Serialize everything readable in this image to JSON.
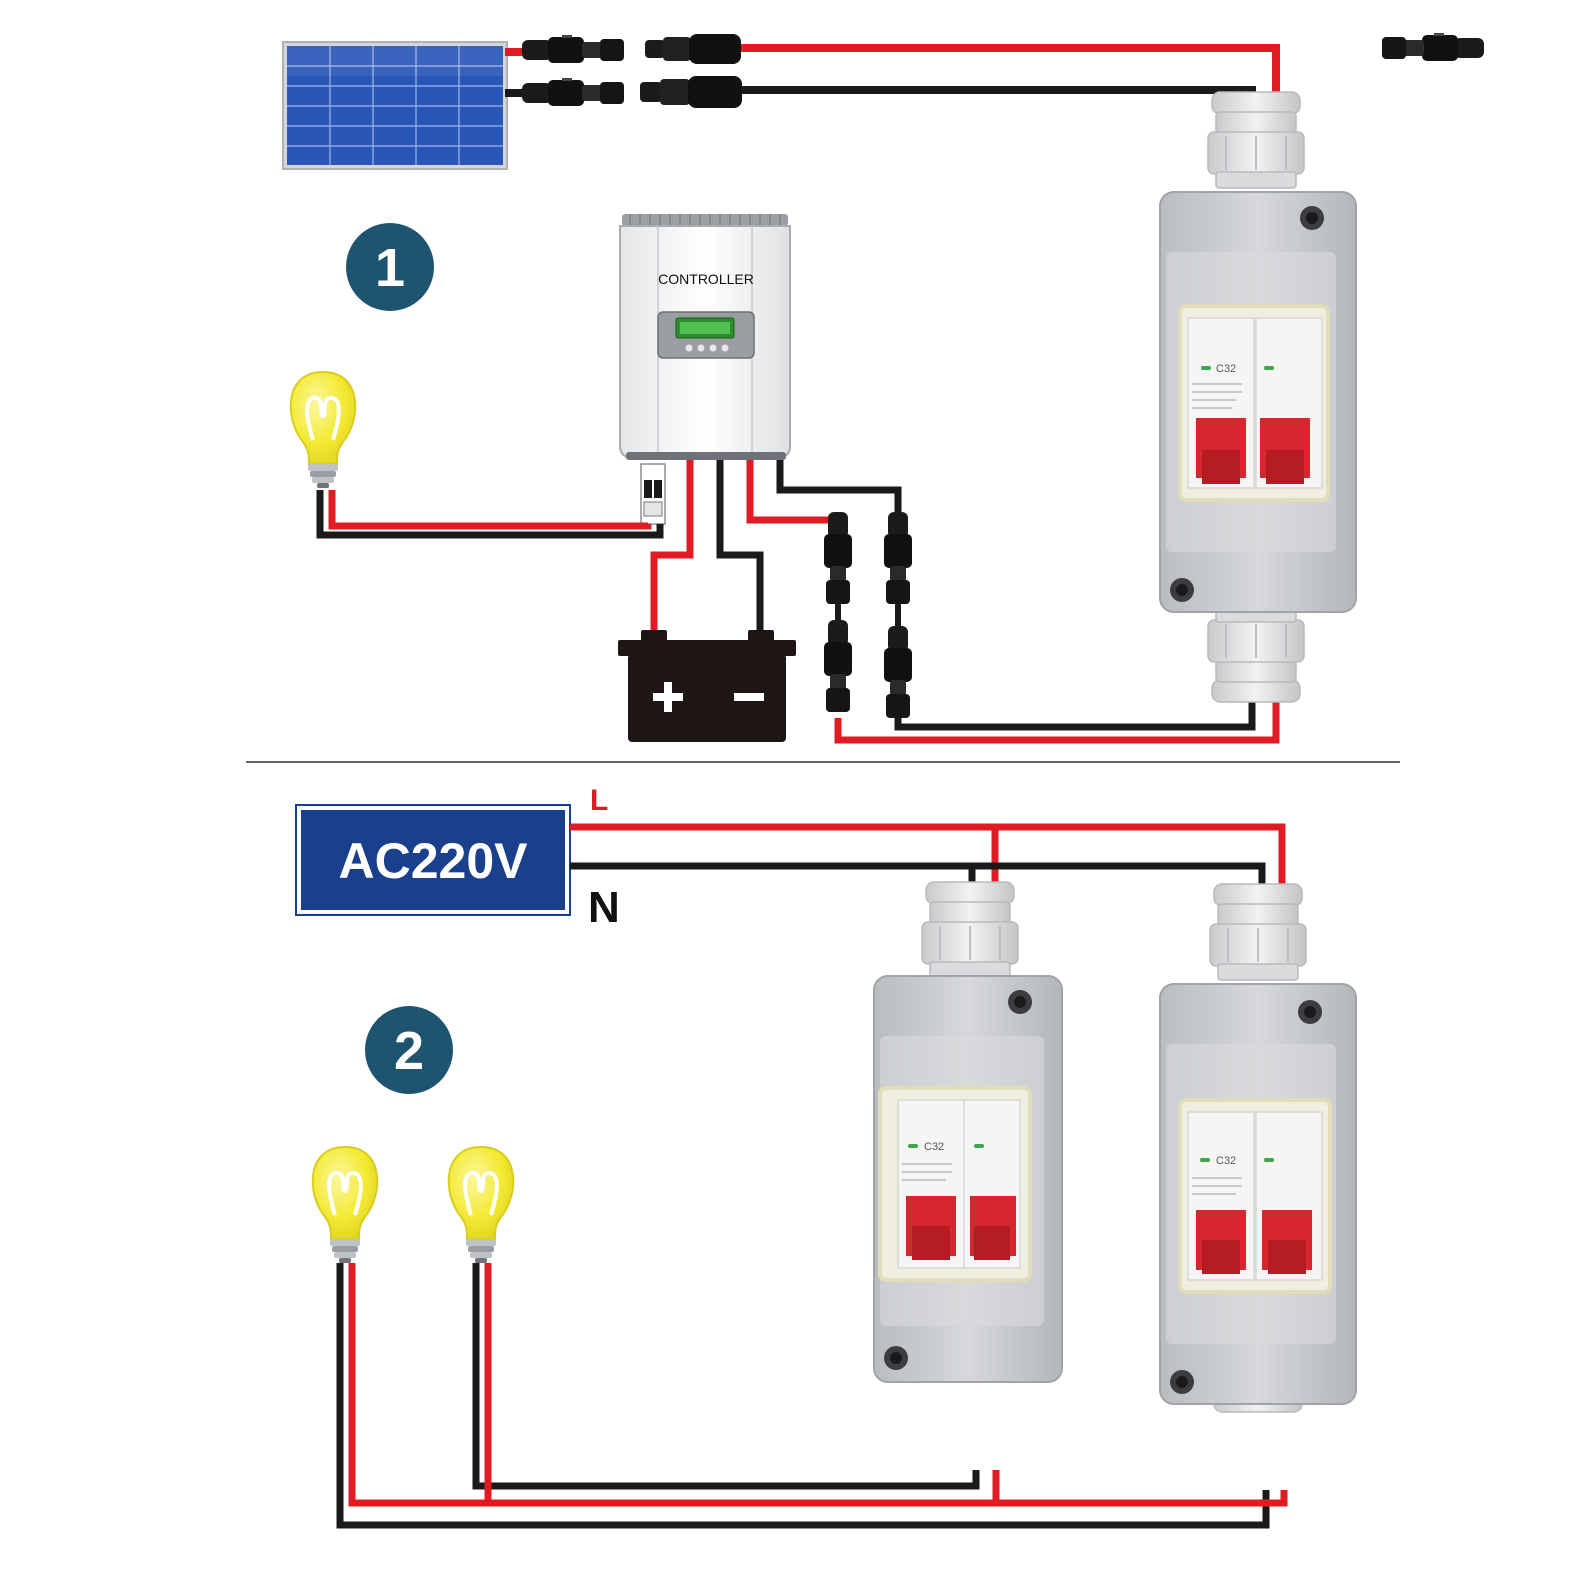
{
  "section1": {
    "badge": "1",
    "controller_label": "CONTROLLER"
  },
  "section2": {
    "badge": "2",
    "source_label": "AC220V",
    "line_label": "L",
    "neutral_label": "N"
  },
  "breaker": {
    "rating": "C32"
  },
  "colors": {
    "live_wire": "#e01b24",
    "neutral_wire": "#1a1a1a",
    "badge_fill": "#1e5470",
    "source_fill": "#1a3f8c",
    "panel_blue": "#2a56b8",
    "bulb_yellow": "#f3ea33",
    "enclosure_gray": "#c9ccd0",
    "breaker_red": "#d8262e"
  }
}
